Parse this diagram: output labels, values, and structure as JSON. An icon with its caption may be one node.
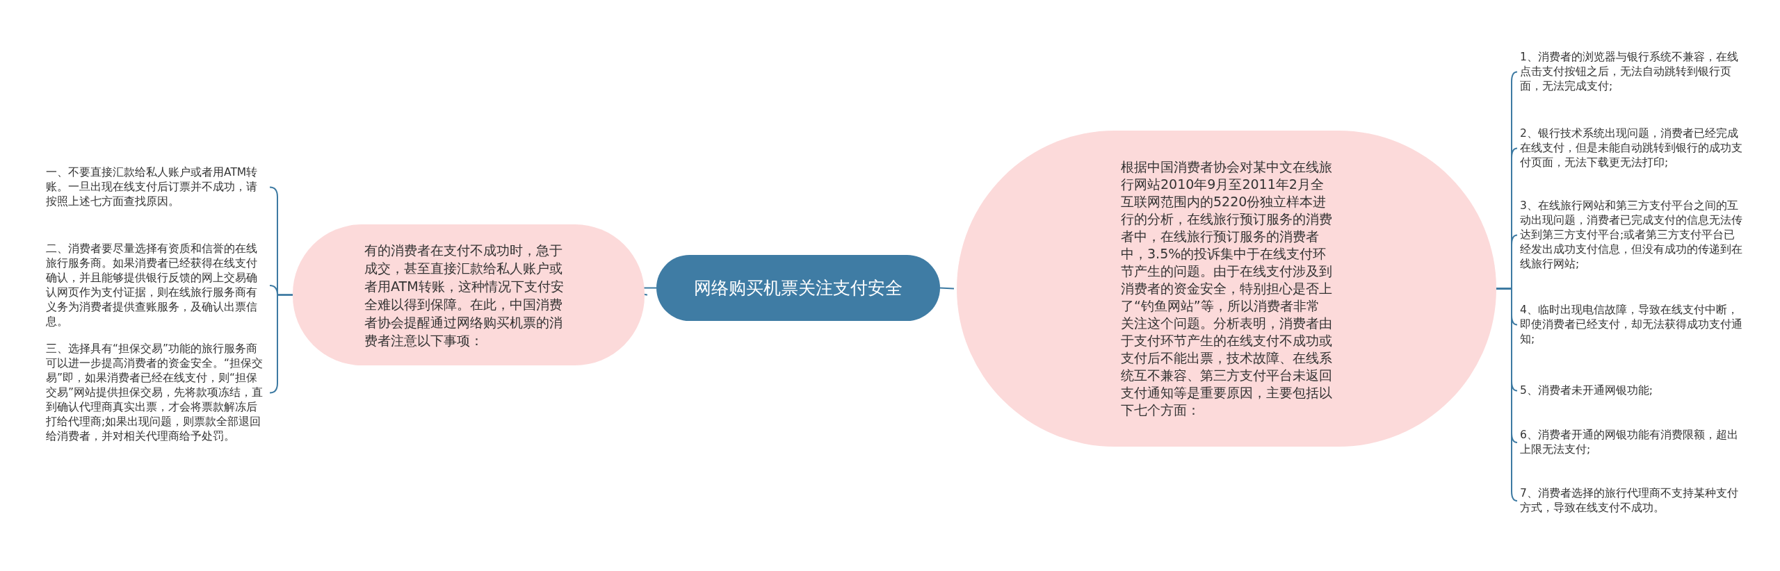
{
  "diagram": {
    "nodes": [
      {
        "text": [
          "网络购买机票关注支付安全"
        ]
      },
      {
        "text": [
          "有的消费者在支付不成功时，急于成交，甚至直接汇款给私人账户或者用ATM转账，这种情况下支付安全难以得到保障。在此，中国消费者协会提醒通过网络购买机票的消费者注意以下事项："
        ]
      },
      {
        "text": [
          "一、不要直接汇款给私人账户或者用ATM转账。一旦出现在线支付后订票并不成功，请按照上述七方面查找原因。"
        ]
      },
      {
        "text": [
          "二、消费者要尽量选择有资质和信誉的在线旅行服务商。如果消费者已经获得在线支付确认，并且能够提供银行反馈的网上交易确认网页作为支付证据，则在线旅行服务商有义务为消费者提供查账服务，及确认出票信息。"
        ]
      },
      {
        "text": [
          "三、选择具有“担保交易”功能的旅行服务商可以进一步提高消费者的资金安全。“担保交易”即，如果消费者已经在线支付，则“担保交易”网站提供担保交易，先将款项冻结，直到确认代理商真实出票，才会将票款解冻后打给代理商;如果出现问题，则票款全部退回给消费者，并对相关代理商给予处罚。"
        ]
      },
      {
        "text": [
          "根据中国消费者协会对某中文在线旅行网站2010年9月至2011年2月全互联网范围内的5220份独立样本进行的分析，在线旅行预订服务的消费者中，在线旅行预订服务的消费者中，3.5%的投诉集中于在线支付环节产生的问题。由于在线支付涉及到消费者的资金安全，特别担心是否上了“钓鱼网站”等，所以消费者非常关注这个问题。分析表明，消费者由于支付环节产生的在线支付不成功或支付后不能出票，技术故障、在线系统互不兼容、第三方支付平台未返回支付通知等是重要原因，主要包括以下七个方面："
        ]
      },
      {
        "text": [
          "1、消费者的浏览器与银行系统不兼容，在线点击支付按钮之后，无法自动跳转到银行页面，无法完成支付;"
        ]
      },
      {
        "text": [
          "2、银行技术系统出现问题，消费者已经完成在线支付，但是未能自动跳转到银行的成功支付页面，无法下载更无法打印;"
        ]
      },
      {
        "text": [
          "3、在线旅行网站和第三方支付平台之间的互动出现问题，消费者已完成支付的信息无法传达到第三方支付平台;或者第三方支付平台已经发出成功支付信息，但没有成功的传递到在线旅行网站;"
        ]
      },
      {
        "text": [
          "4、临时出现电信故障，导致在线支付中断，即使消费者已经支付，却无法获得成功支付通知;"
        ]
      },
      {
        "text": [
          "5、消费者未开通网银功能;"
        ]
      },
      {
        "text": [
          "6、消费者开通的网银功能有消费限额，超出上限无法支付;"
        ]
      },
      {
        "text": [
          "7、消费者选择的旅行代理商不支持某种支付方式，导致在线支付不成功。"
        ]
      }
    ],
    "edges": [
      {
        "from": 0,
        "to": 1,
        "arrow": "none"
      },
      {
        "from": 1,
        "to": 2,
        "arrow": "none"
      },
      {
        "from": 1,
        "to": 3,
        "arrow": "none"
      },
      {
        "from": 1,
        "to": 4,
        "arrow": "none"
      },
      {
        "from": 0,
        "to": 5,
        "arrow": "none"
      },
      {
        "from": 5,
        "to": 6,
        "arrow": "none"
      },
      {
        "from": 5,
        "to": 7,
        "arrow": "none"
      },
      {
        "from": 5,
        "to": 8,
        "arrow": "none"
      },
      {
        "from": 5,
        "to": 9,
        "arrow": "none"
      },
      {
        "from": 5,
        "to": 10,
        "arrow": "none"
      },
      {
        "from": 5,
        "to": 11,
        "arrow": "none"
      },
      {
        "from": 5,
        "to": 12,
        "arrow": "none"
      }
    ]
  }
}
